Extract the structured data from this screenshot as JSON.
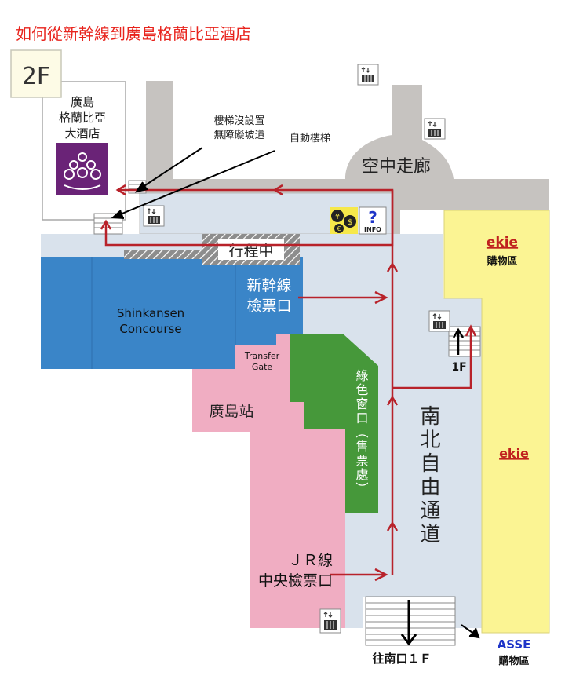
{
  "title": "如何從新幹線到廣島格蘭比亞酒店",
  "floor": "2F",
  "hotel": {
    "name_lines": [
      "廣島",
      "格蘭比亞",
      "大酒店"
    ],
    "logo": "hotel-crest-logo"
  },
  "annotations": {
    "no_ramp_lines": [
      "樓梯沒設置",
      "無障礙坡道"
    ],
    "escalator": "自動樓梯"
  },
  "areas": {
    "skywalk": "空中走廊",
    "construction": "行程中",
    "shinkansen_gate_lines": [
      "新幹線",
      "檢票口"
    ],
    "concourse_lines": [
      "Shinkansen",
      "Concourse"
    ],
    "transfer_gate_lines": [
      "Transfer",
      "Gate"
    ],
    "station": "廣島站",
    "green_window": "綠色窗口（售票處）",
    "free_passage": "南北自由通道",
    "jr_gate_lines": [
      "ＪＲ線",
      "中央檢票口"
    ],
    "south_exit": "往南口１Ｆ",
    "first_floor": "1F"
  },
  "shops": {
    "ekie_label": "ekie",
    "ekie_sub": "購物區",
    "ekie_label_2": "ekie",
    "asse_label": "ASSE",
    "asse_sub": "購物區"
  },
  "info": {
    "label": "INFO"
  },
  "colors": {
    "title_red": "#e8231c",
    "route": "#b8222a",
    "concourse_blue": "#3a85c8",
    "station_pink": "#f0adc2",
    "green_window": "#46983a",
    "ekie_yellow": "#fbf493",
    "passage_gray": "#d9e2ec",
    "skywalk_gray": "#c6c3c0",
    "hotel_purple": "#6a2377",
    "asse_blue": "#1f35c8"
  }
}
